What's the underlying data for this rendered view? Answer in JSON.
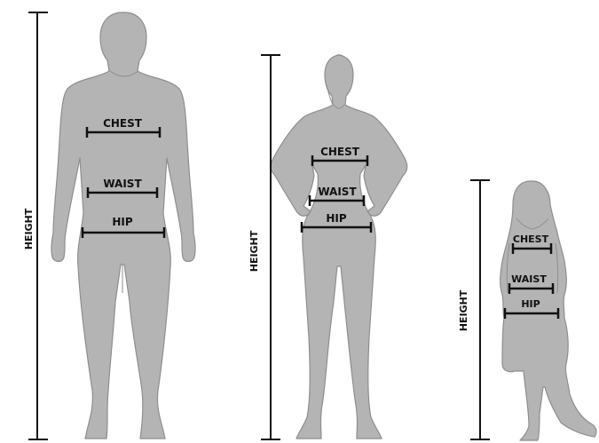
{
  "figures": [
    {
      "id": "man",
      "height_label": "HEIGHT",
      "measurements": {
        "chest": "CHEST",
        "waist": "WAIST",
        "hip": "HIP"
      }
    },
    {
      "id": "woman",
      "height_label": "HEIGHT",
      "measurements": {
        "chest": "CHEST",
        "waist": "WAIST",
        "hip": "HIP"
      }
    },
    {
      "id": "child",
      "height_label": "HEIGHT",
      "measurements": {
        "chest": "CHEST",
        "waist": "WAIST",
        "hip": "HIP"
      }
    }
  ],
  "colors": {
    "silhouette": "#b4b4b4",
    "outline": "#8e8e8e",
    "ink": "#111111",
    "background": "#ffffff"
  }
}
